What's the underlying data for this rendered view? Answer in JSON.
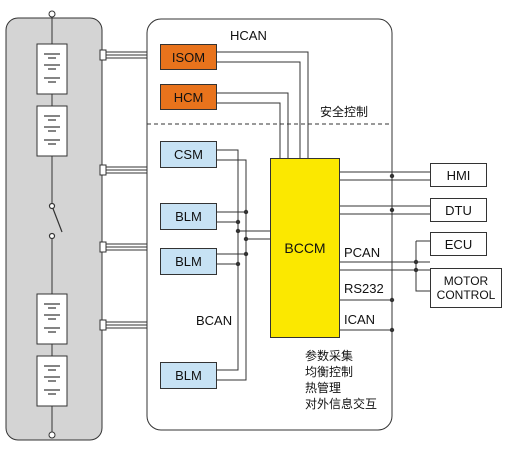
{
  "modules": {
    "isom": "ISOM",
    "hcm": "HCM",
    "csm": "CSM",
    "blm1": "BLM",
    "blm2": "BLM",
    "blm3": "BLM",
    "bccm": "BCCM"
  },
  "buses": {
    "hcan": "HCAN",
    "bcan": "BCAN",
    "pcan": "PCAN",
    "rs232": "RS232",
    "ican": "ICAN"
  },
  "external": {
    "hmi": "HMI",
    "dtu": "DTU",
    "ecu": "ECU",
    "motor_line1": "MOTOR",
    "motor_line2": "CONTROL"
  },
  "labels": {
    "safety_control": "安全控制",
    "functions": [
      "参数采集",
      "均衡控制",
      "热管理",
      "对外信息交互"
    ]
  },
  "colors": {
    "orange": "#e8731c",
    "blue": "#c7e2f4",
    "yellow": "#fbe800",
    "pack_gray": "#d4d4d4"
  }
}
